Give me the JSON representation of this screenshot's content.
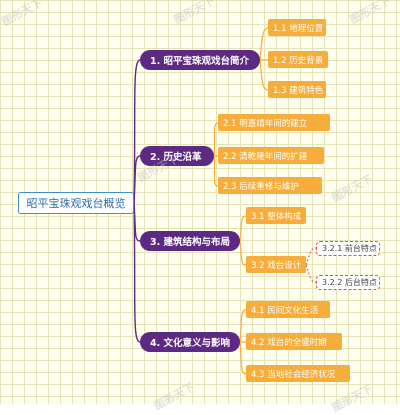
{
  "root": "昭平宝珠观戏台概览",
  "branches": [
    {
      "label": "1. 昭平宝珠观戏台简介",
      "children": [
        {
          "label": "1.1 地理位置"
        },
        {
          "label": "1.2 历史背景"
        },
        {
          "label": "1.3 建筑特色"
        }
      ]
    },
    {
      "label": "2. 历史沿革",
      "children": [
        {
          "label": "2.1 明嘉靖年间的建立"
        },
        {
          "label": "2.2 清乾隆年间的扩建"
        },
        {
          "label": "2.3 后续重修与维护"
        }
      ]
    },
    {
      "label": "3. 建筑结构与布局",
      "children": [
        {
          "label": "3.1 整体构成"
        },
        {
          "label": "3.2 戏台设计",
          "children": [
            {
              "label": "3.2.1 前台特点"
            },
            {
              "label": "3.2.2 后台特点"
            }
          ]
        }
      ]
    },
    {
      "label": "4. 文化意义与影响",
      "children": [
        {
          "label": "4.1 民间文化生活"
        },
        {
          "label": "4.2 戏台的全盛时期"
        },
        {
          "label": "4.3 当地社会经济状况"
        }
      ]
    }
  ],
  "colors": {
    "root_border": "#3d8fd1",
    "level1": "#5c2a82",
    "level2": "#f6ad3b",
    "level3_border": "#e04f4f",
    "link": "#5c2a82"
  },
  "watermark": "图形天下"
}
